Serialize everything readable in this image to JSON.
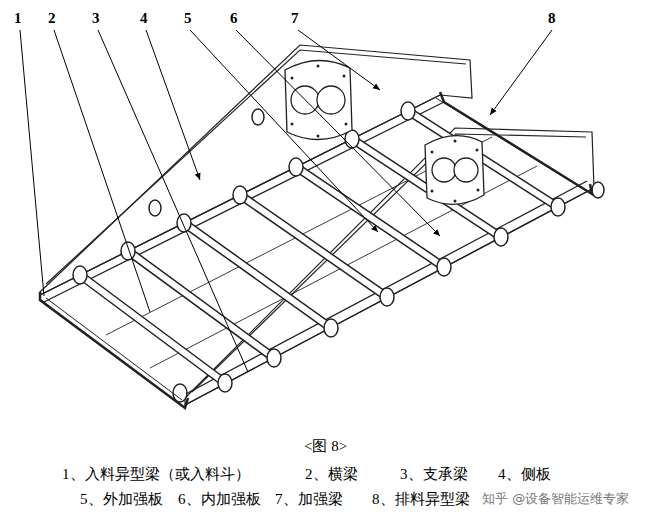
{
  "diagram": {
    "caption": "<图 8>",
    "labels": [
      "1",
      "2",
      "3",
      "4",
      "5",
      "6",
      "7",
      "8",
      "1、入料异型梁（或入料斗）",
      "2、横梁",
      "3、支承梁",
      "4、侧板",
      "5、外加强板",
      "6、内加强板",
      "7、加强梁",
      "8、排料异型梁",
      "知乎 @设备智能运维专家"
    ]
  }
}
